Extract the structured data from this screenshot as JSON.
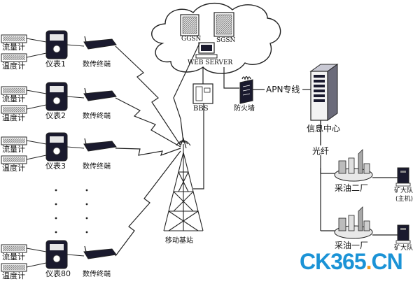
{
  "network": {
    "ggsn": "GGSN",
    "sgsn": "SGSN",
    "web_server": "WEB SERVER",
    "bbs": "BBS",
    "firewall": "防火墙",
    "apn": "APN专线",
    "info_center": "信息中心",
    "fiber": "光纤",
    "base_station": "移动基站"
  },
  "field_units": [
    {
      "flow": "流量计",
      "temp": "温度计",
      "meter": "仪表1",
      "terminal": "数传终端"
    },
    {
      "flow": "流量计",
      "temp": "温度计",
      "meter": "仪表2",
      "terminal": "数传终端"
    },
    {
      "flow": "流量计",
      "temp": "温度计",
      "meter": "仪表3",
      "terminal": "数传终端"
    },
    {
      "flow": "流量计",
      "temp": "温度计",
      "meter": "仪表80",
      "terminal": "数传终端"
    }
  ],
  "plants": [
    {
      "name": "采油二厂",
      "team": "矿大队",
      "team_note": "(主机)"
    },
    {
      "name": "采油一厂",
      "team": "矿大队",
      "team_note": ""
    }
  ],
  "watermark": {
    "ck": "CK",
    "n": "365",
    "dot": ".",
    "tld": "CN"
  },
  "colors": {
    "line": "#222222",
    "device": "#1a1a2e",
    "watermark_blue": "#1b93d6",
    "watermark_orange": "#f39a1f"
  }
}
